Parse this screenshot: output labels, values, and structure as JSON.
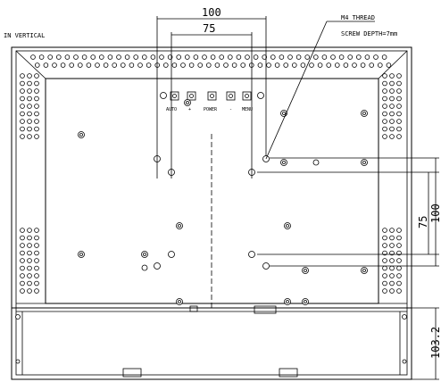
{
  "orientation_note": "IN VERTICAL",
  "thread_label": "M4 THREAD",
  "screw_depth_label": "SCREW DEPTH=7mm",
  "dimensions": {
    "top_outer": "100",
    "top_inner": "75",
    "right_inner": "75",
    "right_outer": "100",
    "right_bottom": "103.2"
  },
  "button_labels": [
    "AUTO",
    "+",
    "POWER",
    "-",
    "MENU"
  ]
}
